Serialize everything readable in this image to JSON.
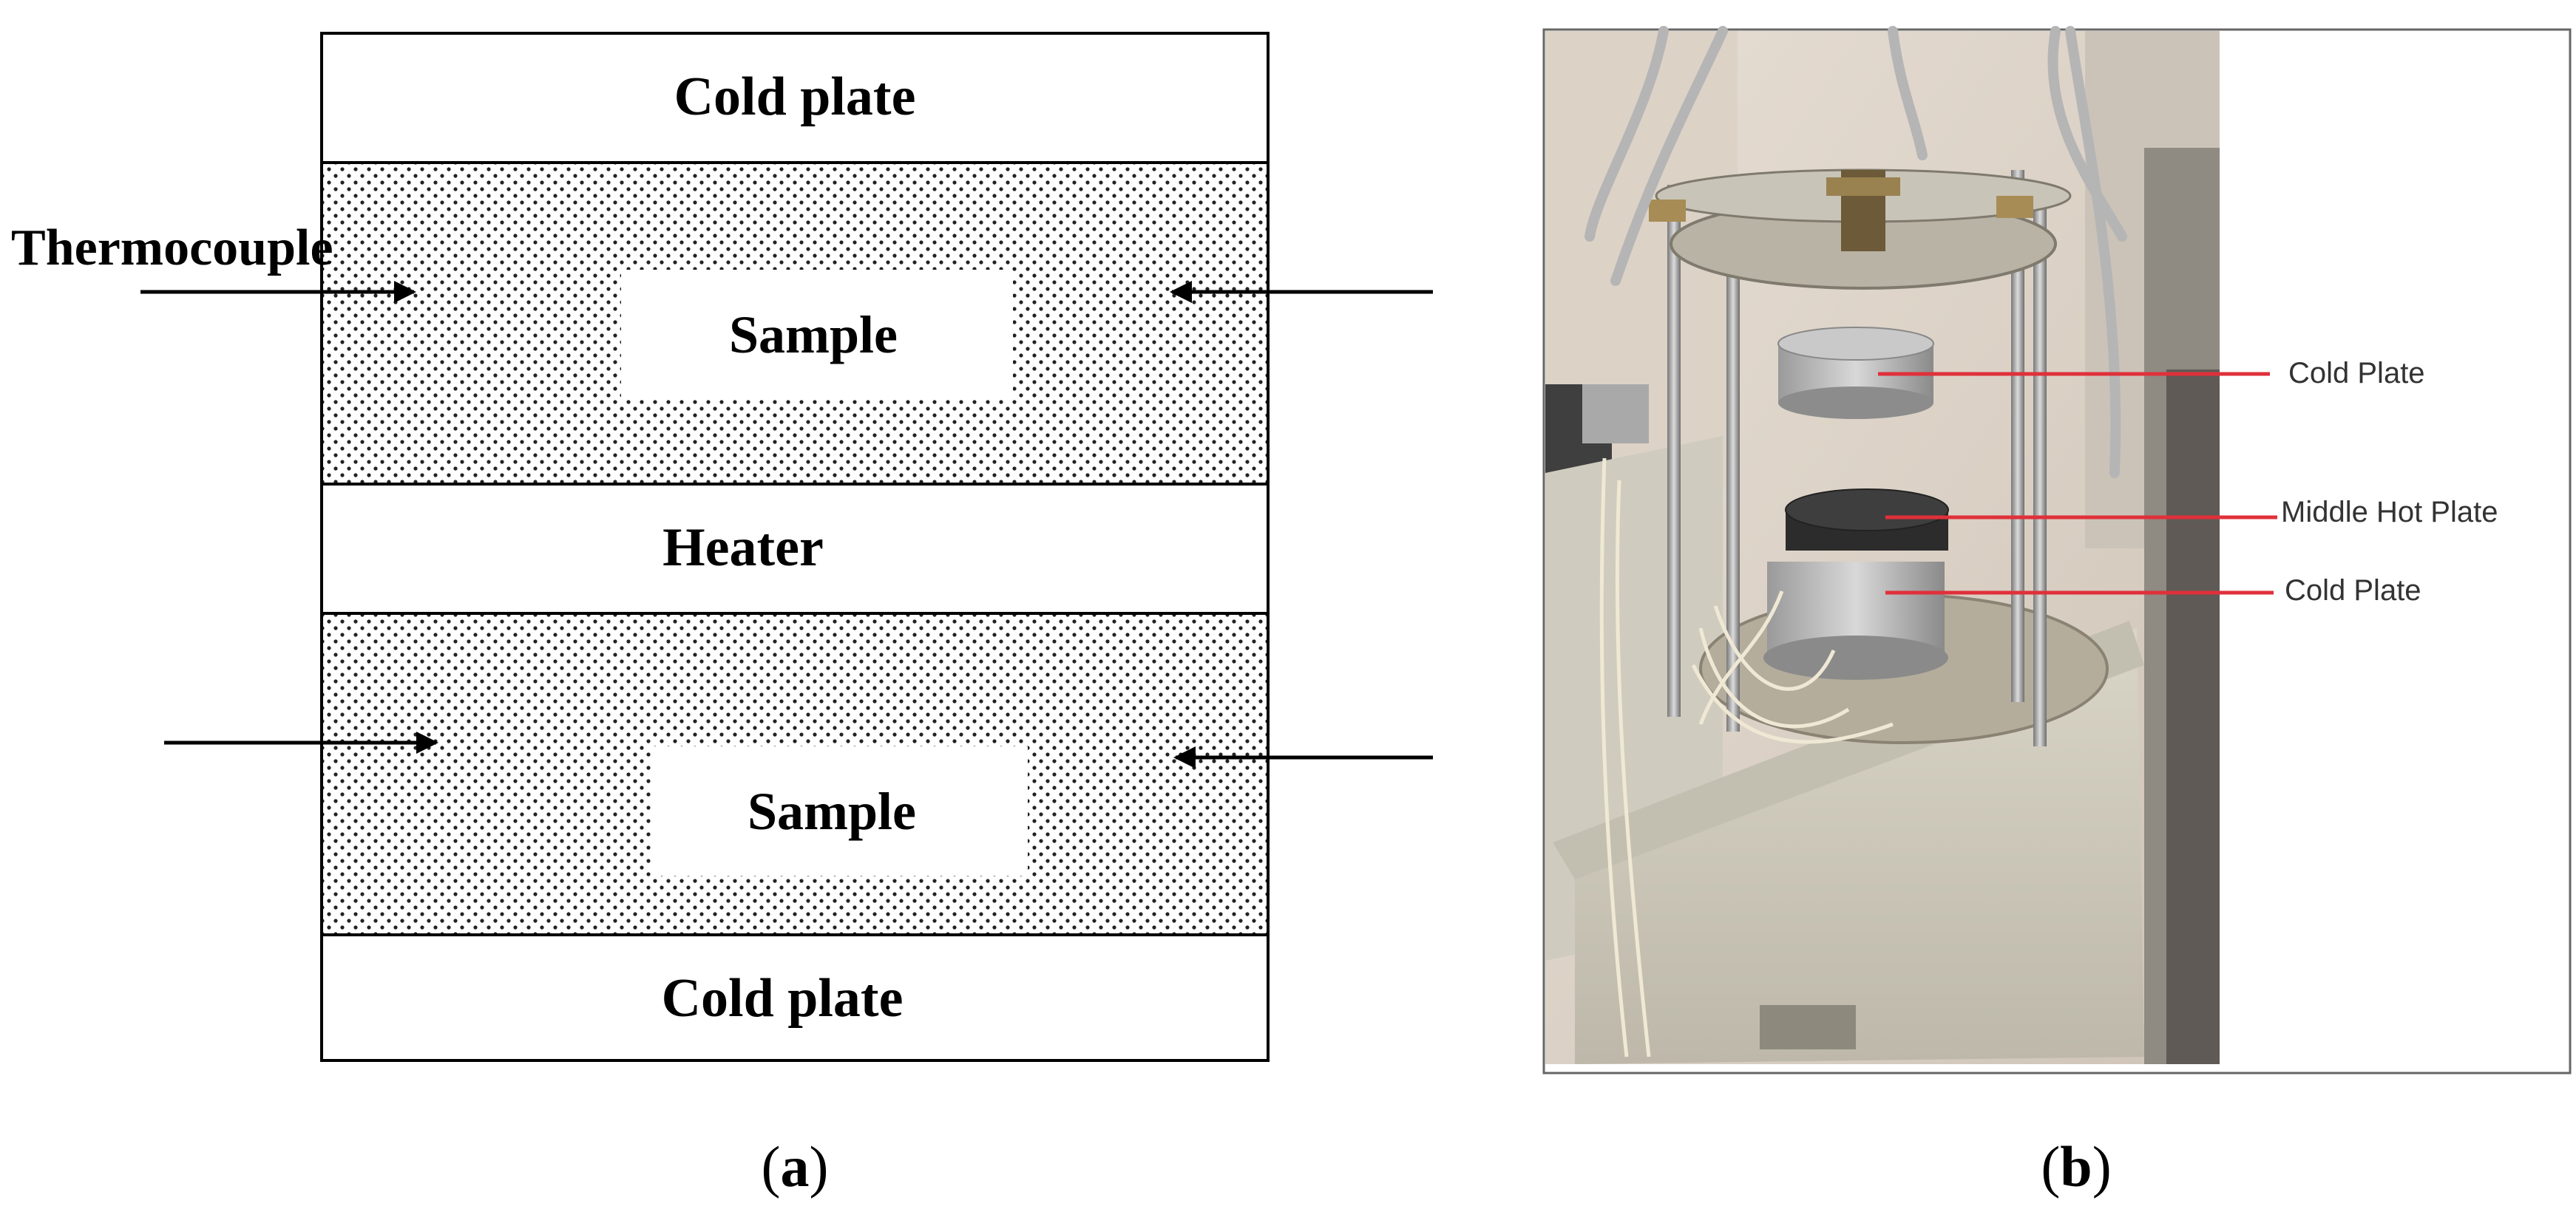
{
  "panel_a": {
    "caption_letter": "a",
    "layers": {
      "cold_plate_top": "Cold plate",
      "sample_top": "Sample",
      "heater": "Heater",
      "sample_bottom": "Sample",
      "cold_plate_bottom": "Cold plate"
    },
    "thermocouple_label": "Thermocouple"
  },
  "panel_b": {
    "caption_letter": "b",
    "labels": {
      "cold_plate_upper": "Cold Plate",
      "middle_hot_plate": "Middle Hot Plate",
      "cold_plate_lower": "Cold Plate"
    },
    "label_line_color": "#e0303a"
  }
}
